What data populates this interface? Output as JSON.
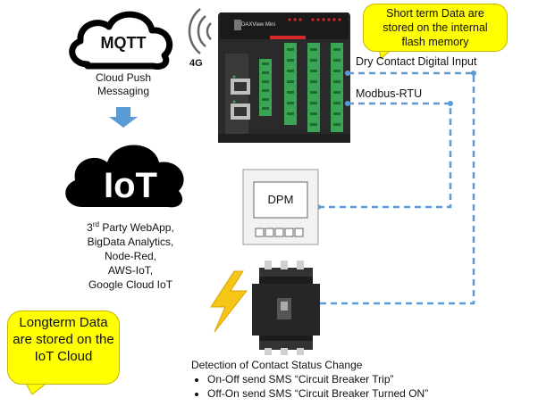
{
  "mqtt": {
    "title": "MQTT",
    "caption_line1": "Cloud Push",
    "caption_line2": "Messaging"
  },
  "iot": {
    "title": "IoT",
    "caption_line1_base": "3",
    "caption_line1_sup": "rd",
    "caption_line1_rest": " Party WebApp,",
    "caption_line2": "BigData Analytics,",
    "caption_line3": "Node-Red,",
    "caption_line4": "AWS-IoT,",
    "caption_line5": "Google Cloud  IoT"
  },
  "signal": {
    "label": "4G"
  },
  "device": {
    "brand": "DAXView Mini"
  },
  "callouts": {
    "short_term": [
      "Short term Data are",
      "stored on the internal",
      "flash memory"
    ],
    "long_term": [
      "Longterm Data",
      "are stored on the",
      "IoT Cloud"
    ]
  },
  "connections": {
    "dry_contact": "Dry Contact Digital Input",
    "modbus": "Modbus-RTU"
  },
  "dpm": {
    "label": "DPM"
  },
  "detection": {
    "title": "Detection of Contact Status Change",
    "items": [
      "On-Off send SMS “Circuit Breaker Trip”",
      "Off-On send SMS “Circuit Breaker Turned ON”"
    ]
  },
  "colors": {
    "arrow": "#5b9bd5",
    "dashed_line": "#5b9bd5",
    "callout": "#ffff00",
    "lightning": "#f5c518",
    "terminal_green": "#3aa655",
    "device_body": "#2a2a2a"
  }
}
